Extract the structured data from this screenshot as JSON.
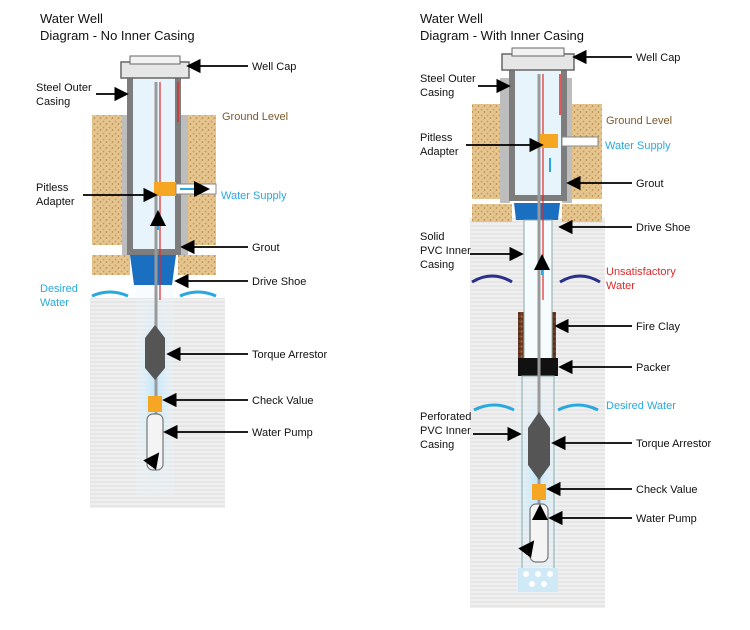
{
  "colors": {
    "ground_label": "#7a5a2a",
    "water_supply": "#29a8e0",
    "desired_water": "#29a8e0",
    "unsatisfactory_water": "#e02a2a",
    "casing_gray": "#7d7d7d",
    "drive_shoe_blue": "#1a6fc0",
    "adapter_orange": "#f5a623"
  },
  "left": {
    "title_line1": "Water Well",
    "title_line2": "Diagram - No Inner Casing",
    "labels": {
      "well_cap": "Well Cap",
      "steel_outer_1": "Steel Outer",
      "steel_outer_2": "Casing",
      "ground_level": "Ground Level",
      "pitless_1": "Pitless",
      "pitless_2": "Adapter",
      "water_supply": "Water Supply",
      "grout": "Grout",
      "drive_shoe": "Drive Shoe",
      "desired_1": "Desired",
      "desired_2": "Water",
      "torque_arrestor": "Torque Arrestor",
      "check_value": "Check Value",
      "water_pump": "Water Pump"
    }
  },
  "right": {
    "title_line1": "Water Well",
    "title_line2": "Diagram - With Inner Casing",
    "labels": {
      "well_cap": "Well Cap",
      "steel_outer_1": "Steel Outer",
      "steel_outer_2": "Casing",
      "ground_level": "Ground Level",
      "pitless_1": "Pitless",
      "pitless_2": "Adapter",
      "water_supply": "Water Supply",
      "grout": "Grout",
      "drive_shoe": "Drive Shoe",
      "solid_1": "Solid",
      "solid_2": "PVC Inner",
      "solid_3": "Casing",
      "unsat_1": "Unsatisfactory",
      "unsat_2": "Water",
      "fire_clay": "Fire Clay",
      "packer": "Packer",
      "desired_water": "Desired Water",
      "perf_1": "Perforated",
      "perf_2": "PVC Inner",
      "perf_3": "Casing",
      "torque_arrestor": "Torque Arrestor",
      "check_value": "Check Value",
      "water_pump": "Water Pump"
    }
  }
}
